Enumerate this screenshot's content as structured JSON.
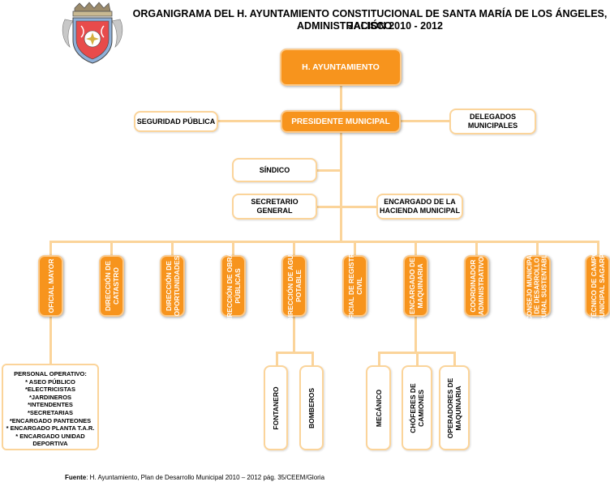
{
  "header": {
    "title_line1": "ORGANIGRAMA DEL H. AYUNTAMIENTO CONSTITUCIONAL DE SANTA MARÍA DE LOS ÁNGELES, JALISCO",
    "title_line2": "ADMINISTRACIÓN 2010 - 2012"
  },
  "top": {
    "ayuntamiento": "H. AYUNTAMIENTO",
    "presidente": "PRESIDENTE MUNICIPAL",
    "seguridad": "SEGURIDAD PÚBLICA",
    "delegados_l1": "DELEGADOS",
    "delegados_l2": "MUNICIPALES",
    "sindico": "SÍNDICO",
    "secretario_l1": "SECRETARIO",
    "secretario_l2": "GENERAL",
    "hacienda_l1": "ENCARGADO DE LA",
    "hacienda_l2": "HACIENDA MUNICIPAL"
  },
  "departments": [
    {
      "l1": "OFICIAL MAYOR",
      "l2": ""
    },
    {
      "l1": "DIRECCIÓN DE",
      "l2": "CATASTRO"
    },
    {
      "l1": "DIRECCIÓN DE",
      "l2": "OPORTUNIDADES"
    },
    {
      "l1": "DIRECCIÓN DE OBRAS",
      "l2": "PÚBLICAS"
    },
    {
      "l1": "DIRECCIÓN DE AGUA",
      "l2": "POTABLE"
    },
    {
      "l1": "OFICIAL DE REGISTRO",
      "l2": "CIVIL"
    },
    {
      "l1": "ENCARGADO DE",
      "l2": "MAQUINARIA"
    },
    {
      "l1": "COORDINADOR",
      "l2": "ADMINISTRATIVO"
    },
    {
      "l1": "CONSEJO MUNICIPAL",
      "l2": "DE DESARROLLO",
      "l3": "RURAL SUSTENTABLE"
    },
    {
      "l1": "TÉCNICO DE CAMPO",
      "l2": "MUNICIPAL SAGARPA"
    }
  ],
  "personal": [
    "PERSONAL OPERATIVO:",
    "* ASEO PÚBLICO",
    "*ELECTRICISTAS",
    "*JARDINEROS",
    "*INTENDENTES",
    "*SECRETARIAS",
    "*ENCARGADO PANTEONES",
    "* ENCARGADO PLANTA T.A.R.",
    "* ENCARGADO UNIDAD",
    "DEPORTIVA"
  ],
  "agua_sub": {
    "a": "FONTANERO",
    "b": "BOMBEROS"
  },
  "maq_sub": {
    "a": "MECÁNICO",
    "b_l1": "CHÓFERES DE",
    "b_l2": "CAMIONES",
    "c_l1": "OPERADORES DE",
    "c_l2": "MAQUINARIA"
  },
  "footer": {
    "label": "Fuente",
    "text": ": H. Ayuntamiento, Plan de Desarrollo Municipal 2010 – 2012 pág. 35/CEEM/Gloria"
  },
  "colors": {
    "accent": "#f7941d",
    "border": "#fbd49a"
  }
}
